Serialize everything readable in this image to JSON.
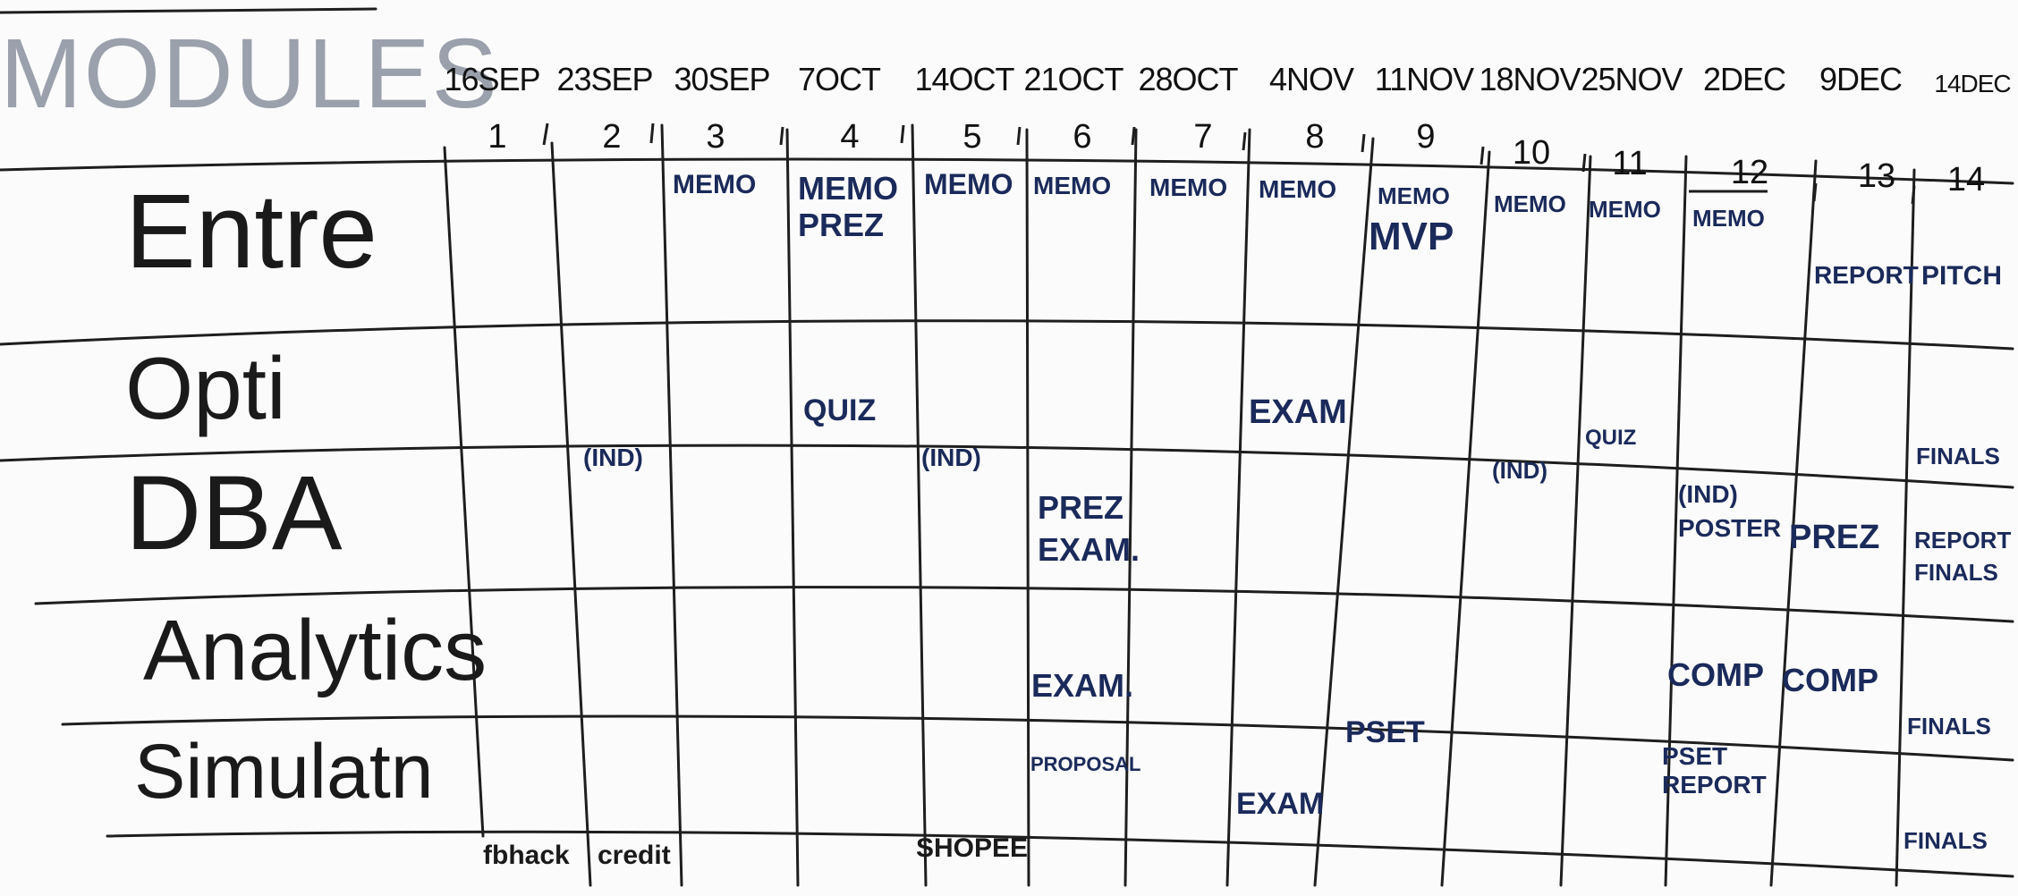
{
  "board": {
    "title": "MODULES",
    "weeks": [
      {
        "date": "16SEP",
        "num": "1"
      },
      {
        "date": "23SEP",
        "num": "2"
      },
      {
        "date": "30SEP",
        "num": "3"
      },
      {
        "date": "7OCT",
        "num": "4"
      },
      {
        "date": "14OCT",
        "num": "5"
      },
      {
        "date": "21OCT",
        "num": "6"
      },
      {
        "date": "28OCT",
        "num": "7"
      },
      {
        "date": "4NOV",
        "num": "8"
      },
      {
        "date": "11NOV",
        "num": "9"
      },
      {
        "date": "18NOV",
        "num": "10"
      },
      {
        "date": "25NOV",
        "num": "11"
      },
      {
        "date": "2DEC",
        "num": "12"
      },
      {
        "date": "9DEC",
        "num": "13"
      },
      {
        "date": "14DEC",
        "num": "14"
      }
    ],
    "modules": [
      "Entre",
      "Opti",
      "DBA",
      "Analytics",
      "Simulatn"
    ],
    "entries": {
      "entre": {
        "w3": "MEMO",
        "w4": "MEMO\nPREZ",
        "w5": "MEMO",
        "w6": "MEMO",
        "w7": "MEMO",
        "w8": "MEMO",
        "w9_a": "MEMO",
        "w9_b": "MVP",
        "w10": "MEMO",
        "w11": "MEMO",
        "w12": "MEMO",
        "w13": "REPORT",
        "w14": "PITCH"
      },
      "opti": {
        "w4": "QUIZ",
        "w8": "EXAM",
        "w11": "QUIZ"
      },
      "dba": {
        "w2": "(IND)",
        "w5": "(IND)",
        "w6": "PREZ\nEXAM.",
        "w10": "(IND)",
        "w12": "(IND)\nPOSTER",
        "w13": "PREZ",
        "w14_a": "FINALS",
        "w14_b": "REPORT\nFINALS"
      },
      "analytics": {
        "w6": "EXAM.",
        "w12": "COMP",
        "w13": "COMP",
        "w14": "FINALS"
      },
      "simulatn": {
        "w6": "PROPOSAL",
        "w8": "EXAM",
        "w9": "PSET",
        "w12": "PSET\nREPORT",
        "w14": "FINALS"
      }
    },
    "bottom_notes": [
      "fbhack",
      "credit",
      "SHOPEE"
    ]
  },
  "colors": {
    "ink": "#1a1a1a",
    "marker_blue": "#1a2a5a",
    "title_grey": "#9aa0ac",
    "board": "#fbfbfb"
  }
}
